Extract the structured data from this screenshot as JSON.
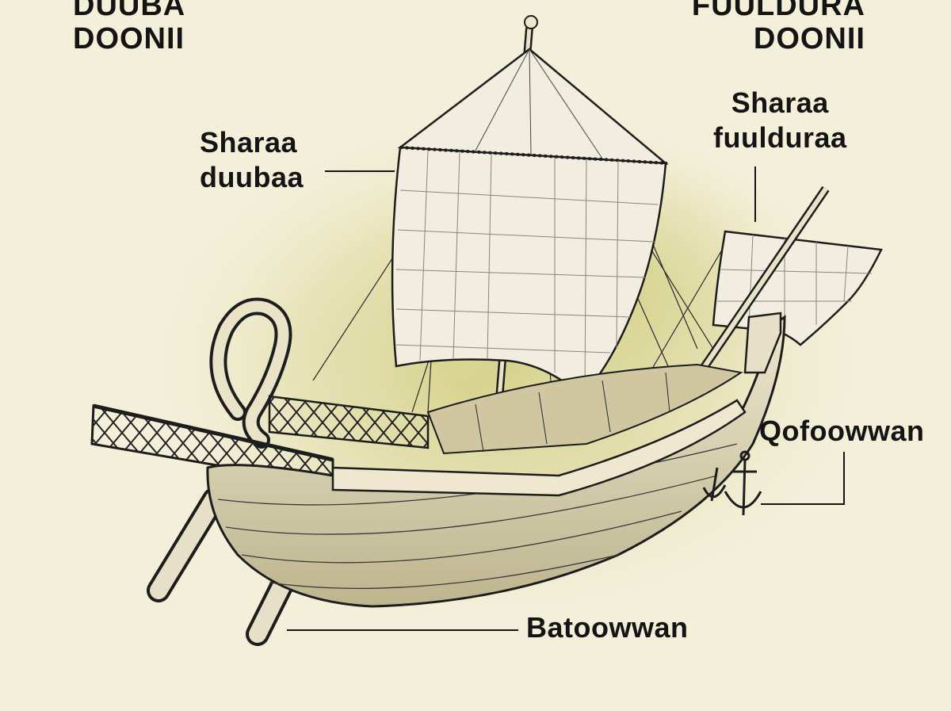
{
  "titles": {
    "stern": [
      "DUUBA",
      "DOONII"
    ],
    "bow": [
      "FUULDURA",
      "DOONII"
    ]
  },
  "labels": {
    "mainsail": [
      "Sharaa",
      "duubaa"
    ],
    "foresail": [
      "Sharaa",
      "fuulduraa"
    ],
    "anchors": "Qofoowwan",
    "oars": "Batoowwan"
  },
  "colors": {
    "background": "#f3efd9",
    "glow": "#d3d08a",
    "ink": "#141414",
    "sail": "#f1eee0",
    "hull": "#e6e0c6"
  }
}
